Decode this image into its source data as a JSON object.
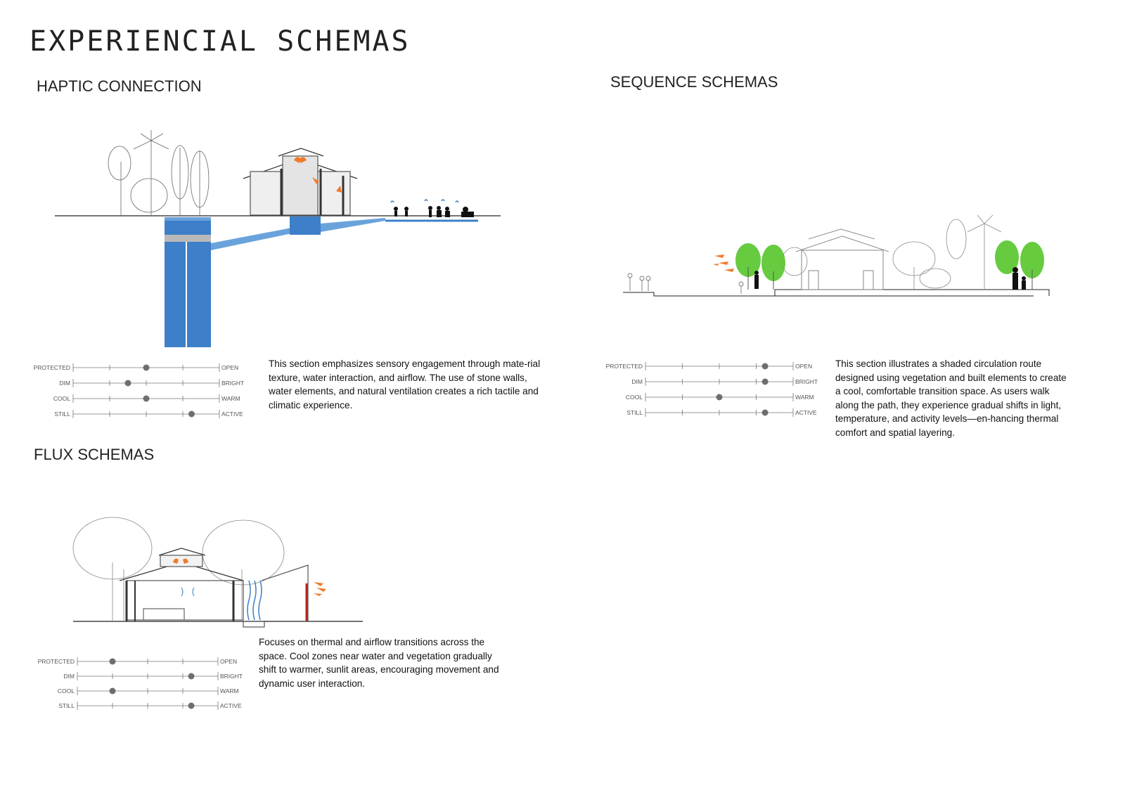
{
  "page": {
    "title": "EXPERIENCIAL SCHEMAS"
  },
  "colors": {
    "water": "#3d7fc8",
    "water_light": "#6aa3dc",
    "grey_band": "#b9b9b9",
    "arrow": "#f07a2a",
    "green": "#57c52b",
    "red": "#b5271f",
    "slider_dot": "#6e6e6e",
    "line": "#777777"
  },
  "scale_labels": {
    "left": [
      "PROTECTED",
      "DIM",
      "COOL",
      "STILL"
    ],
    "right": [
      "OPEN",
      "BRIGHT",
      "WARM",
      "ACTIVE"
    ]
  },
  "haptic": {
    "title": "HAPTIC CONNECTION",
    "description": "This section emphasizes sensory engagement through mate-rial texture, water interaction, and airflow. The use of stone walls, water elements, and natural ventilation creates a rich tactile and climatic experience.",
    "levels": [
      0.5,
      0.375,
      0.5,
      0.81
    ]
  },
  "sequence": {
    "title": "SEQUENCE SCHEMAS",
    "description": "This section illustrates a shaded circulation route designed using vegetation and built elements to create a cool, comfortable transition space. As users walk along the path, they experience gradual shifts in light, temperature, and activity levels—en-hancing thermal comfort and spatial layering.",
    "levels": [
      0.81,
      0.81,
      0.5,
      0.81
    ]
  },
  "flux": {
    "title": "FLUX SCHEMAS",
    "description": "Focuses on thermal and airflow transitions across the space. Cool zones near water and vegetation gradually shift to warmer, sunlit areas, encouraging movement and dynamic user interaction.",
    "levels": [
      0.25,
      0.81,
      0.25,
      0.81
    ]
  }
}
